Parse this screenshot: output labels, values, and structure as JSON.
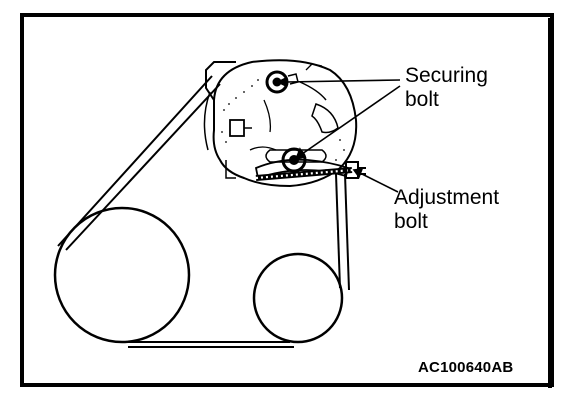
{
  "callouts": {
    "securing_bolt": {
      "line1": "Securing",
      "line2": "bolt"
    },
    "adjustment_bolt": {
      "line1": "Adjustment",
      "line2": "bolt"
    }
  },
  "figure_code": "AC100640AB",
  "colors": {
    "ink": "#000000",
    "paper": "#ffffff"
  }
}
